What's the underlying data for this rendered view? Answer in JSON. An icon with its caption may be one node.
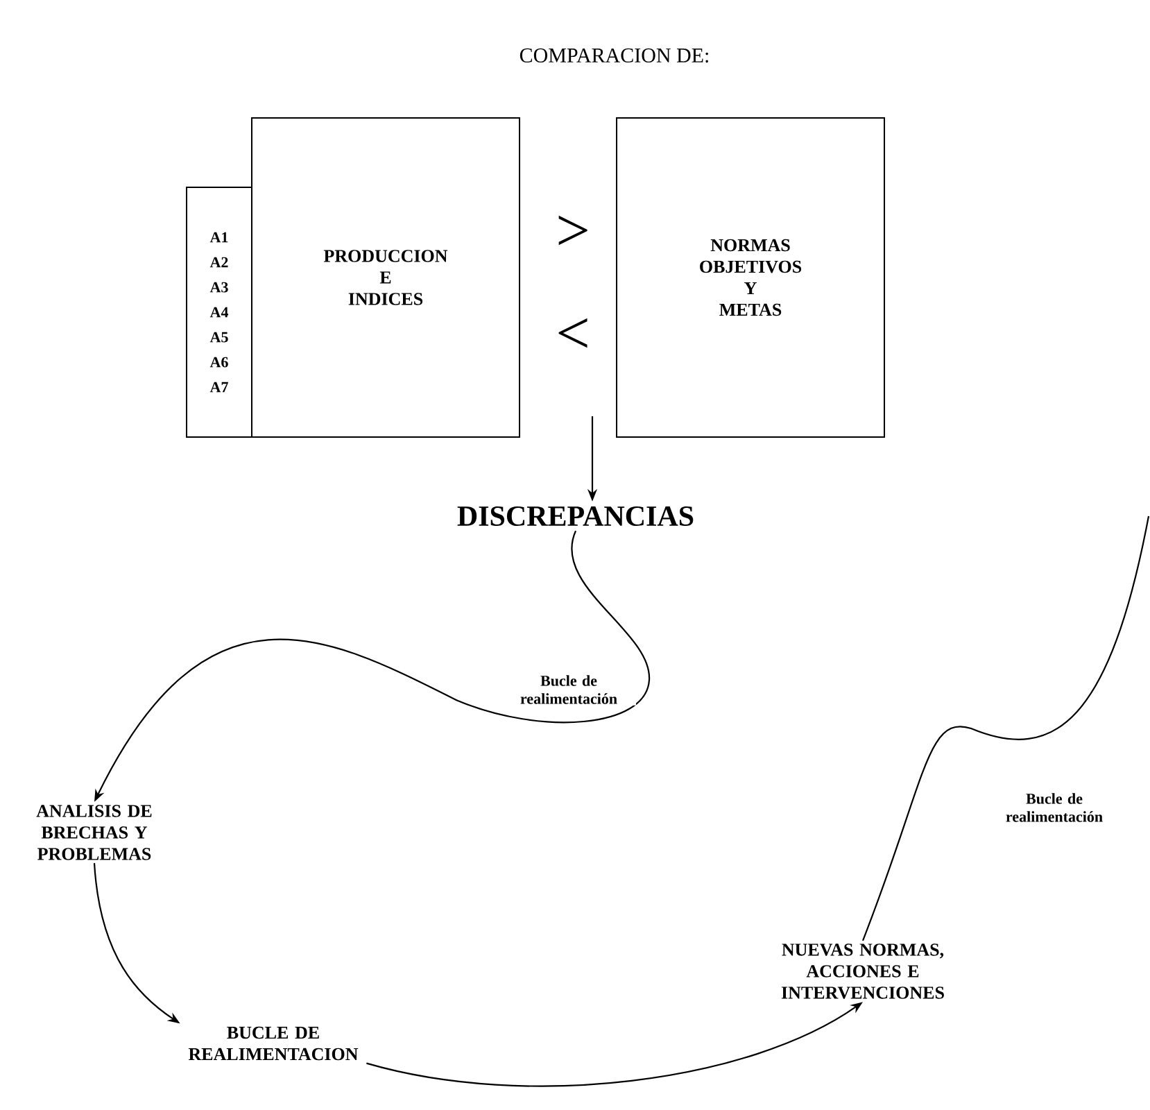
{
  "diagram": {
    "title": "COMPARACION DE:",
    "nodes": [
      {
        "text": [
          "A1",
          "A2",
          "A3",
          "A4",
          "A5",
          "A6",
          "A7"
        ]
      },
      {
        "text": [
          "PRODUCCION E INDICES"
        ]
      },
      {
        "text": [
          "NORMAS OBJETIVOS Y METAS"
        ]
      },
      {
        "text": [
          "DISCREPANCIAS"
        ]
      },
      {
        "text": [
          "ANALISIS DE BRECHAS Y PROBLEMAS"
        ]
      },
      {
        "text": [
          "BUCLE DE REALIMENTACION"
        ]
      },
      {
        "text": [
          "NUEVAS NORMAS, ACCIONES E INTERVENCIONES"
        ]
      }
    ],
    "edges": [
      {
        "from": null,
        "to": 3,
        "arrow": "to"
      },
      {
        "from": 3,
        "to": 4,
        "arrow": "to",
        "label": "Bucle de realimentación"
      },
      {
        "from": 4,
        "to": 5,
        "arrow": "to"
      },
      {
        "from": 5,
        "to": 6,
        "arrow": "to"
      },
      {
        "from": 6,
        "to": null,
        "arrow": "none",
        "label": "Bucle de realimentación"
      }
    ],
    "labels": [
      ">",
      "<"
    ]
  }
}
